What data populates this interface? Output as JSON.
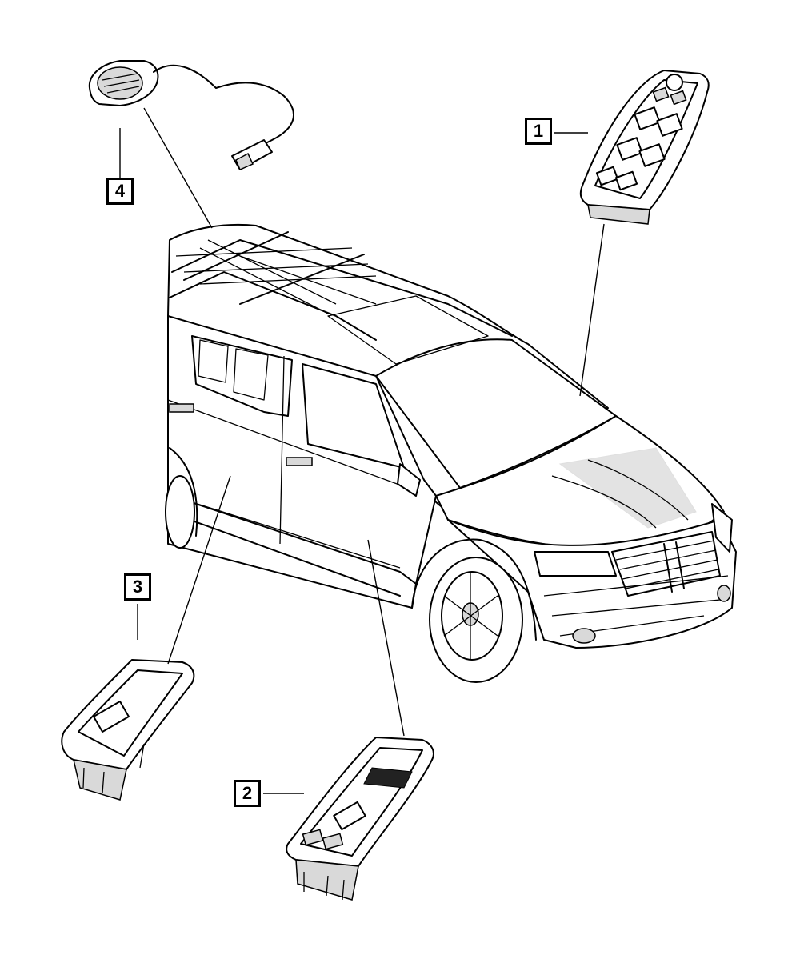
{
  "diagram": {
    "callouts": [
      {
        "id": "1",
        "label": "1",
        "part": "master-window-switch"
      },
      {
        "id": "2",
        "label": "2",
        "part": "rear-door-window-switch"
      },
      {
        "id": "3",
        "label": "3",
        "part": "single-window-switch"
      },
      {
        "id": "4",
        "label": "4",
        "part": "roof-sensor-with-harness"
      }
    ]
  }
}
